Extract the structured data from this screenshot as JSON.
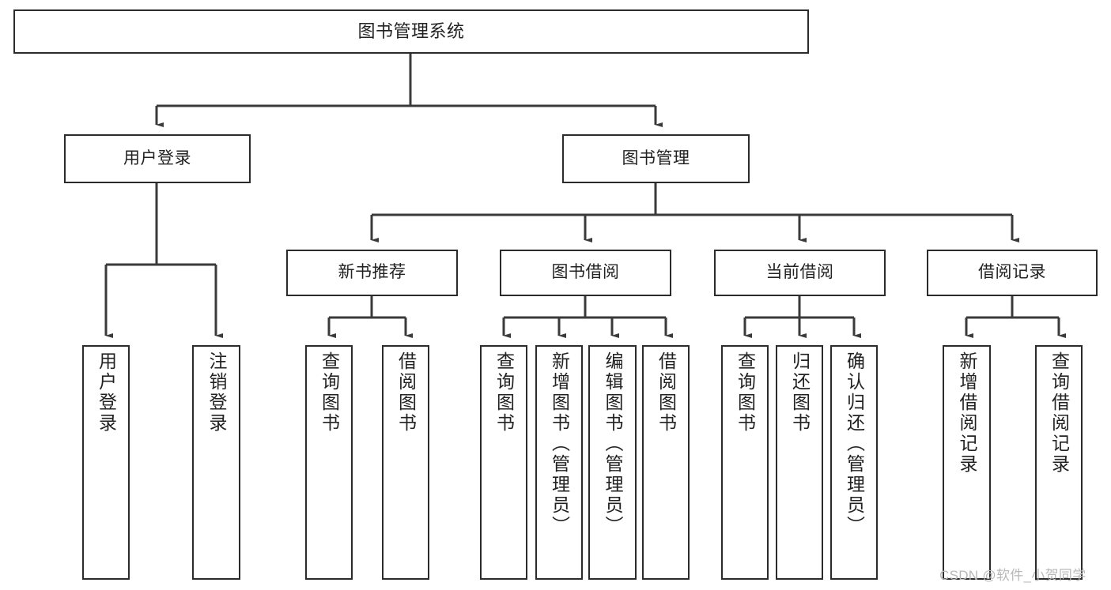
{
  "diagram": {
    "title": "图书管理系统",
    "type": "tree",
    "watermark": "CSDN @软件_小贺同学",
    "colors": {
      "box_border": "#2b2b2b",
      "box_fill": "#ffffff",
      "text": "#222222",
      "connector": "#3a3a3a",
      "watermark": "#b8b8b8"
    },
    "nodes": {
      "root": {
        "label": "图书管理系统"
      },
      "level2": [
        {
          "id": "user-login",
          "label": "用户登录"
        },
        {
          "id": "book-manage",
          "label": "图书管理"
        }
      ],
      "level3": [
        {
          "id": "new-book-recommend",
          "label": "新书推荐"
        },
        {
          "id": "book-borrow",
          "label": "图书借阅"
        },
        {
          "id": "current-borrow",
          "label": "当前借阅"
        },
        {
          "id": "borrow-record",
          "label": "借阅记录"
        }
      ],
      "leaves": {
        "user_login": [
          {
            "id": "leaf-user-login",
            "label": "用户登录"
          },
          {
            "id": "leaf-logout-login",
            "label": "注销登录"
          }
        ],
        "new_book_recommend": [
          {
            "id": "leaf-query-book-1",
            "label": "查询图书"
          },
          {
            "id": "leaf-borrow-book-1",
            "label": "借阅图书"
          }
        ],
        "book_borrow": [
          {
            "id": "leaf-query-book-2",
            "label": "查询图书"
          },
          {
            "id": "leaf-add-book",
            "label": "新增图书（管理员）"
          },
          {
            "id": "leaf-edit-book",
            "label": "编辑图书（管理员）"
          },
          {
            "id": "leaf-borrow-book-2",
            "label": "借阅图书"
          }
        ],
        "current_borrow": [
          {
            "id": "leaf-query-book-3",
            "label": "查询图书"
          },
          {
            "id": "leaf-return-book",
            "label": "归还图书"
          },
          {
            "id": "leaf-confirm-return",
            "label": "确认归还（管理员）"
          }
        ],
        "borrow_record": [
          {
            "id": "leaf-add-record",
            "label": "新增借阅记录"
          },
          {
            "id": "leaf-query-record",
            "label": "查询借阅记录"
          }
        ]
      }
    }
  }
}
